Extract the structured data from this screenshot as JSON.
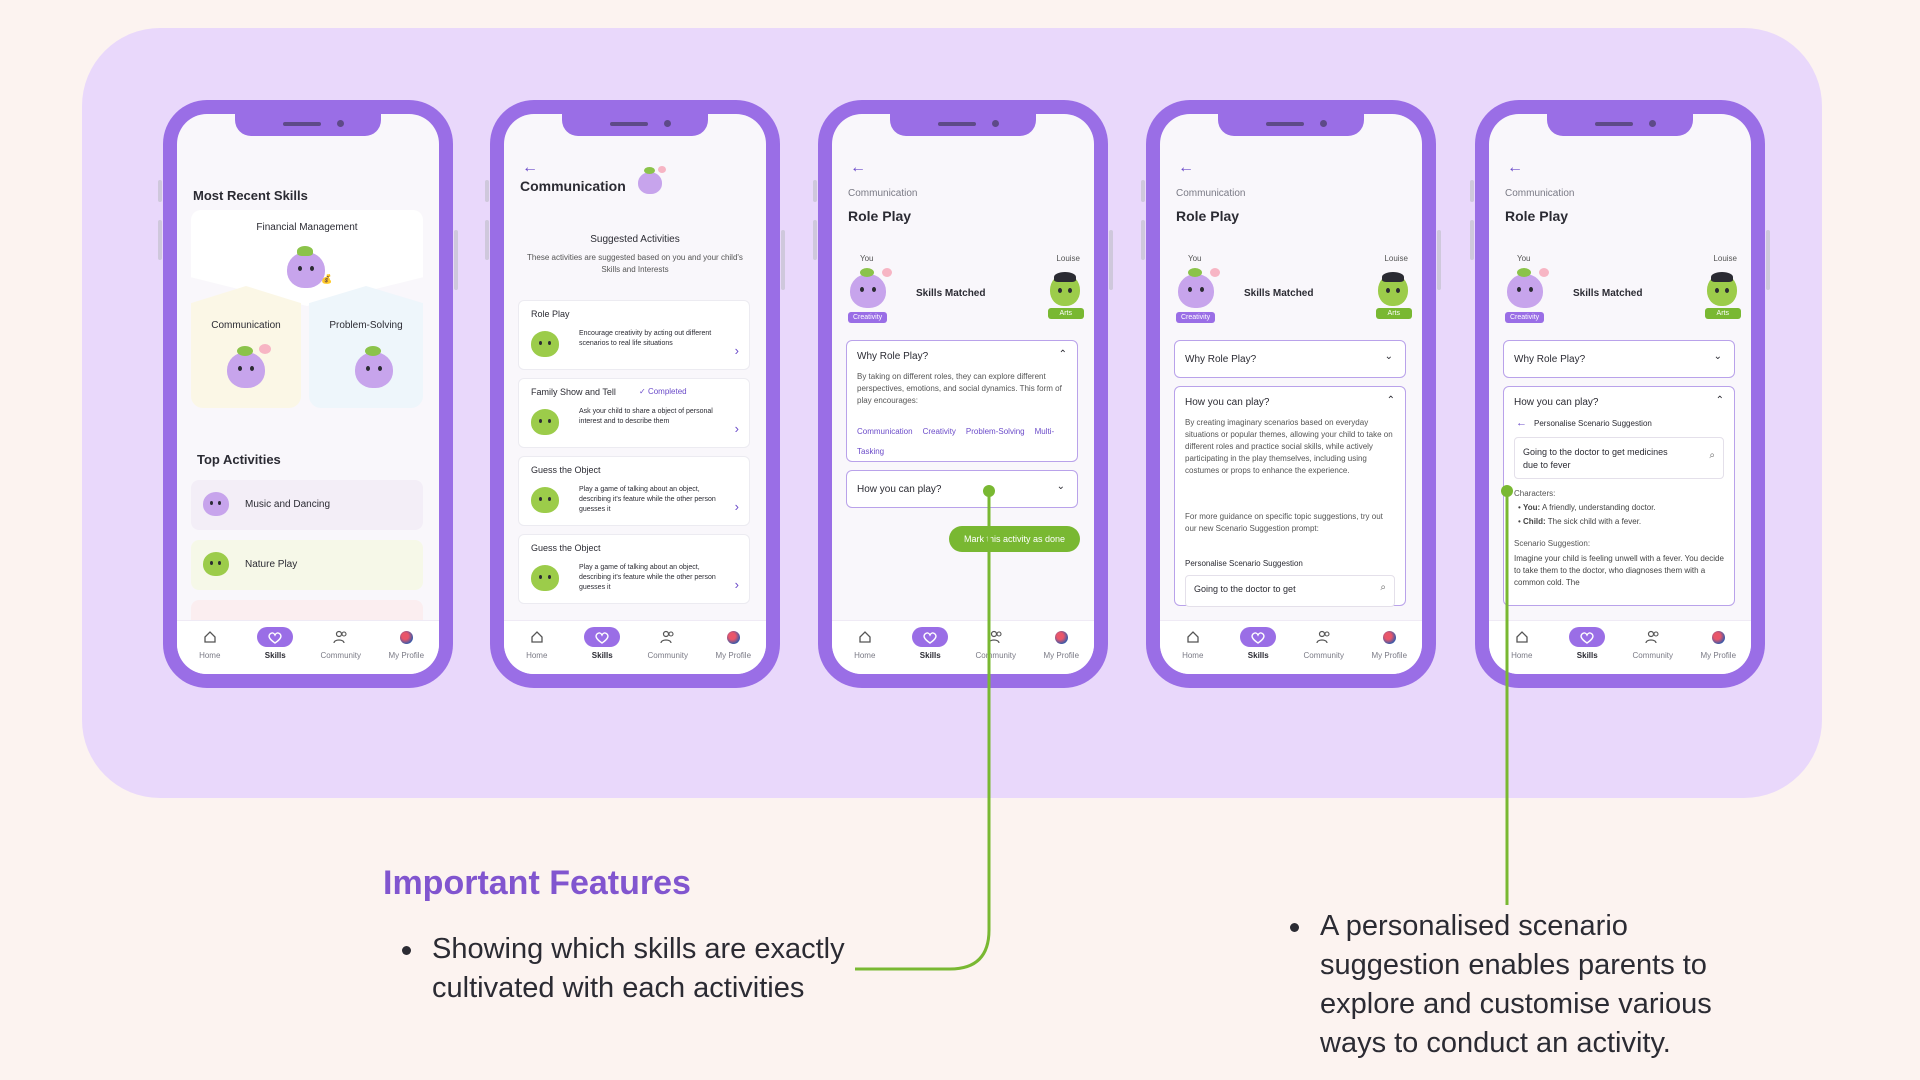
{
  "nav": {
    "home": "Home",
    "skills": "Skills",
    "community": "Community",
    "profile": "My Profile"
  },
  "screen1": {
    "section_title": "Most Recent Skills",
    "skill_top": "Financial Management",
    "skill_left": "Communication",
    "skill_right": "Problem-Solving",
    "activities_title": "Top Activities",
    "activities": [
      "Music and Dancing",
      "Nature Play"
    ]
  },
  "screen2": {
    "title": "Communication",
    "suggested_title": "Suggested Activities",
    "suggested_desc": "These activities are suggested based on you and your child's Skills and Interests",
    "completed": "Completed",
    "items": [
      {
        "title": "Role Play",
        "desc": "Encourage creativity by acting out different scenarios to real life situations"
      },
      {
        "title": "Family Show and Tell",
        "desc": "Ask your child to share a object of personal interest and to describe them"
      },
      {
        "title": "Guess the Object",
        "desc": "Play a game of talking about an object, describing it's feature while the other person guesses it"
      },
      {
        "title": "Guess the Object",
        "desc": "Play a game of talking about an object, describing it's feature while the other person guesses it"
      }
    ]
  },
  "role": {
    "category": "Communication",
    "title": "Role Play",
    "you": "You",
    "partner": "Louise",
    "matched": "Skills Matched",
    "you_chip": "Creativity",
    "partner_chip": "Arts",
    "why": "Why Role Play?",
    "how": "How you can play?"
  },
  "screen3": {
    "why_text": "By taking on different roles, they can explore different perspectives, emotions, and social dynamics. This form of play encourages:",
    "tags": [
      "Communication",
      "Creativity",
      "Problem-Solving",
      "Multi-Tasking"
    ],
    "button": "Mark this activity as done"
  },
  "screen4": {
    "how_text": "By creating imaginary scenarios based on everyday situations or popular themes, allowing your child to take on different roles and practice social skills, while actively participating in the play themselves, including using costumes or props to enhance the experience.",
    "guidance": "For more guidance on specific topic suggestions, try out our new Scenario Suggestion prompt:",
    "personalise": "Personalise Scenario Suggestion",
    "input_value": "Going to the doctor to get"
  },
  "screen5": {
    "personalise": "Personalise Scenario Suggestion",
    "input_value": "Going to the doctor to get medicines due to fever",
    "characters_label": "Characters:",
    "char1_role": "You:",
    "char1_desc": "A friendly, understanding doctor.",
    "char2_role": "Child:",
    "char2_desc": "The sick child with a fever.",
    "scenario_label": "Scenario Suggestion:",
    "scenario_text": "Imagine your child is feeling unwell with a fever. You decide to take them to the doctor, who diagnoses them with a common cold. The"
  },
  "features": {
    "title": "Important Features",
    "bullet1": "Showing which skills are exactly cultivated with each activities",
    "bullet2": "A personalised scenario suggestion enables parents to explore and customise various ways to conduct an activity."
  },
  "colors": {
    "purple": "#9a6ee6",
    "accent": "#8155cf",
    "green": "#79b832",
    "stage": "#e9d8fb",
    "page": "#fcf3f0"
  }
}
